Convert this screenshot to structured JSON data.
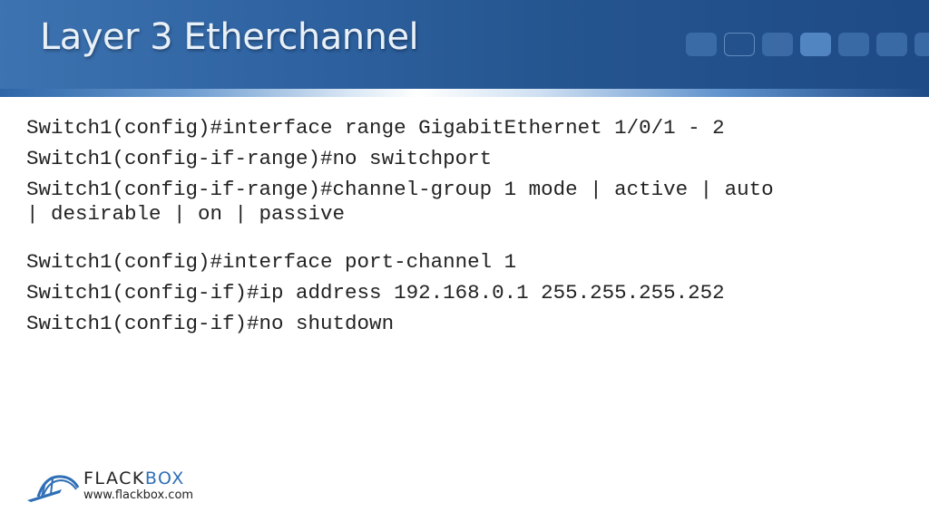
{
  "slide": {
    "title": "Layer 3 Etherchannel"
  },
  "code": {
    "block1": [
      "Switch1(config)#interface range GigabitEthernet 1/0/1 - 2",
      "Switch1(config-if-range)#no switchport",
      "Switch1(config-if-range)#channel-group 1 mode | active | auto\n| desirable | on | passive"
    ],
    "block2": [
      "Switch1(config)#interface port-channel 1",
      "Switch1(config-if)#ip address 192.168.0.1 255.255.255.252",
      "Switch1(config-if)#no shutdown"
    ]
  },
  "logo": {
    "brand_part1": "FLACK",
    "brand_part2": "BOX",
    "url": "www.flackbox.com",
    "icon": "bridge-logo-icon"
  },
  "colors": {
    "header": "#2a5c9a",
    "brand_blue": "#2f6fb6",
    "text": "#222222"
  }
}
